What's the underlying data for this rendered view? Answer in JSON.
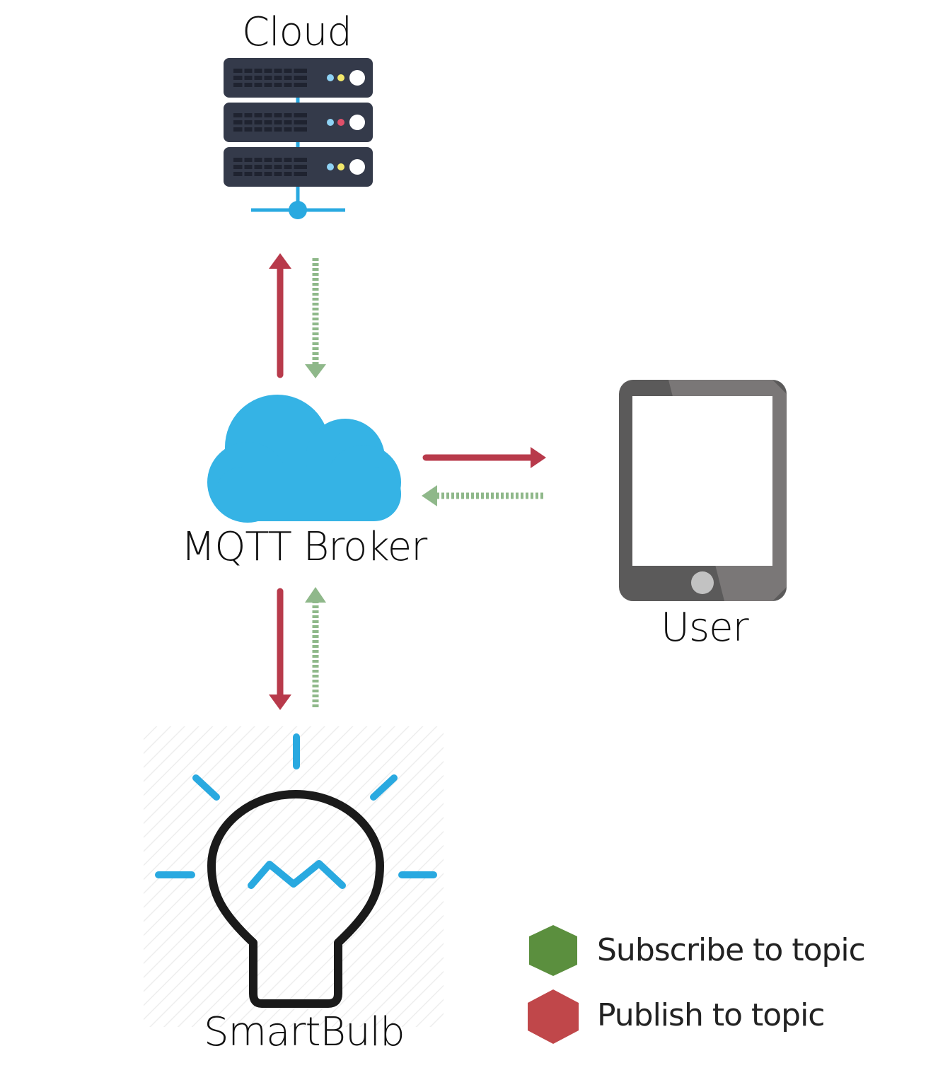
{
  "nodes": {
    "cloud": {
      "label": "Cloud"
    },
    "broker": {
      "label": "MQTT Broker"
    },
    "user": {
      "label": "User"
    },
    "bulb": {
      "label": "SmartBulb"
    }
  },
  "legend": {
    "subscribe": {
      "label": "Subscribe to topic",
      "color": "#5b8f3e"
    },
    "publish": {
      "label": "Publish to topic",
      "color": "#c0474a"
    }
  },
  "colors": {
    "publish_arrow": "#b83a4b",
    "subscribe_arrow": "#8fb88a",
    "accent_blue": "#29a9e0",
    "server_dark": "#343a4a"
  }
}
